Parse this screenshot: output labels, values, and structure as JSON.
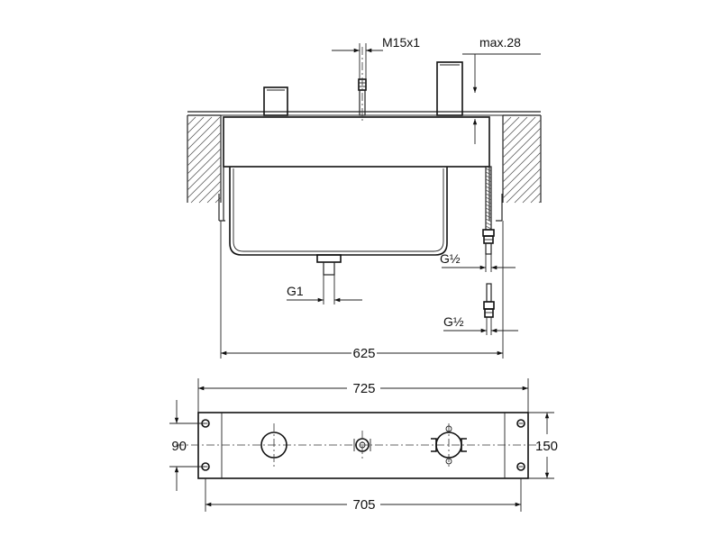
{
  "dimensions": {
    "thread_label": "M15x1",
    "max_label": "max.28",
    "outlet_label": "G1",
    "upper_conn_label": "G½",
    "lower_conn_label": "G½",
    "body_width_label": "625",
    "plate_width_label": "725",
    "hole_spacing_label": "705",
    "vertical_spacing_label": "90",
    "plate_height_label": "150"
  }
}
